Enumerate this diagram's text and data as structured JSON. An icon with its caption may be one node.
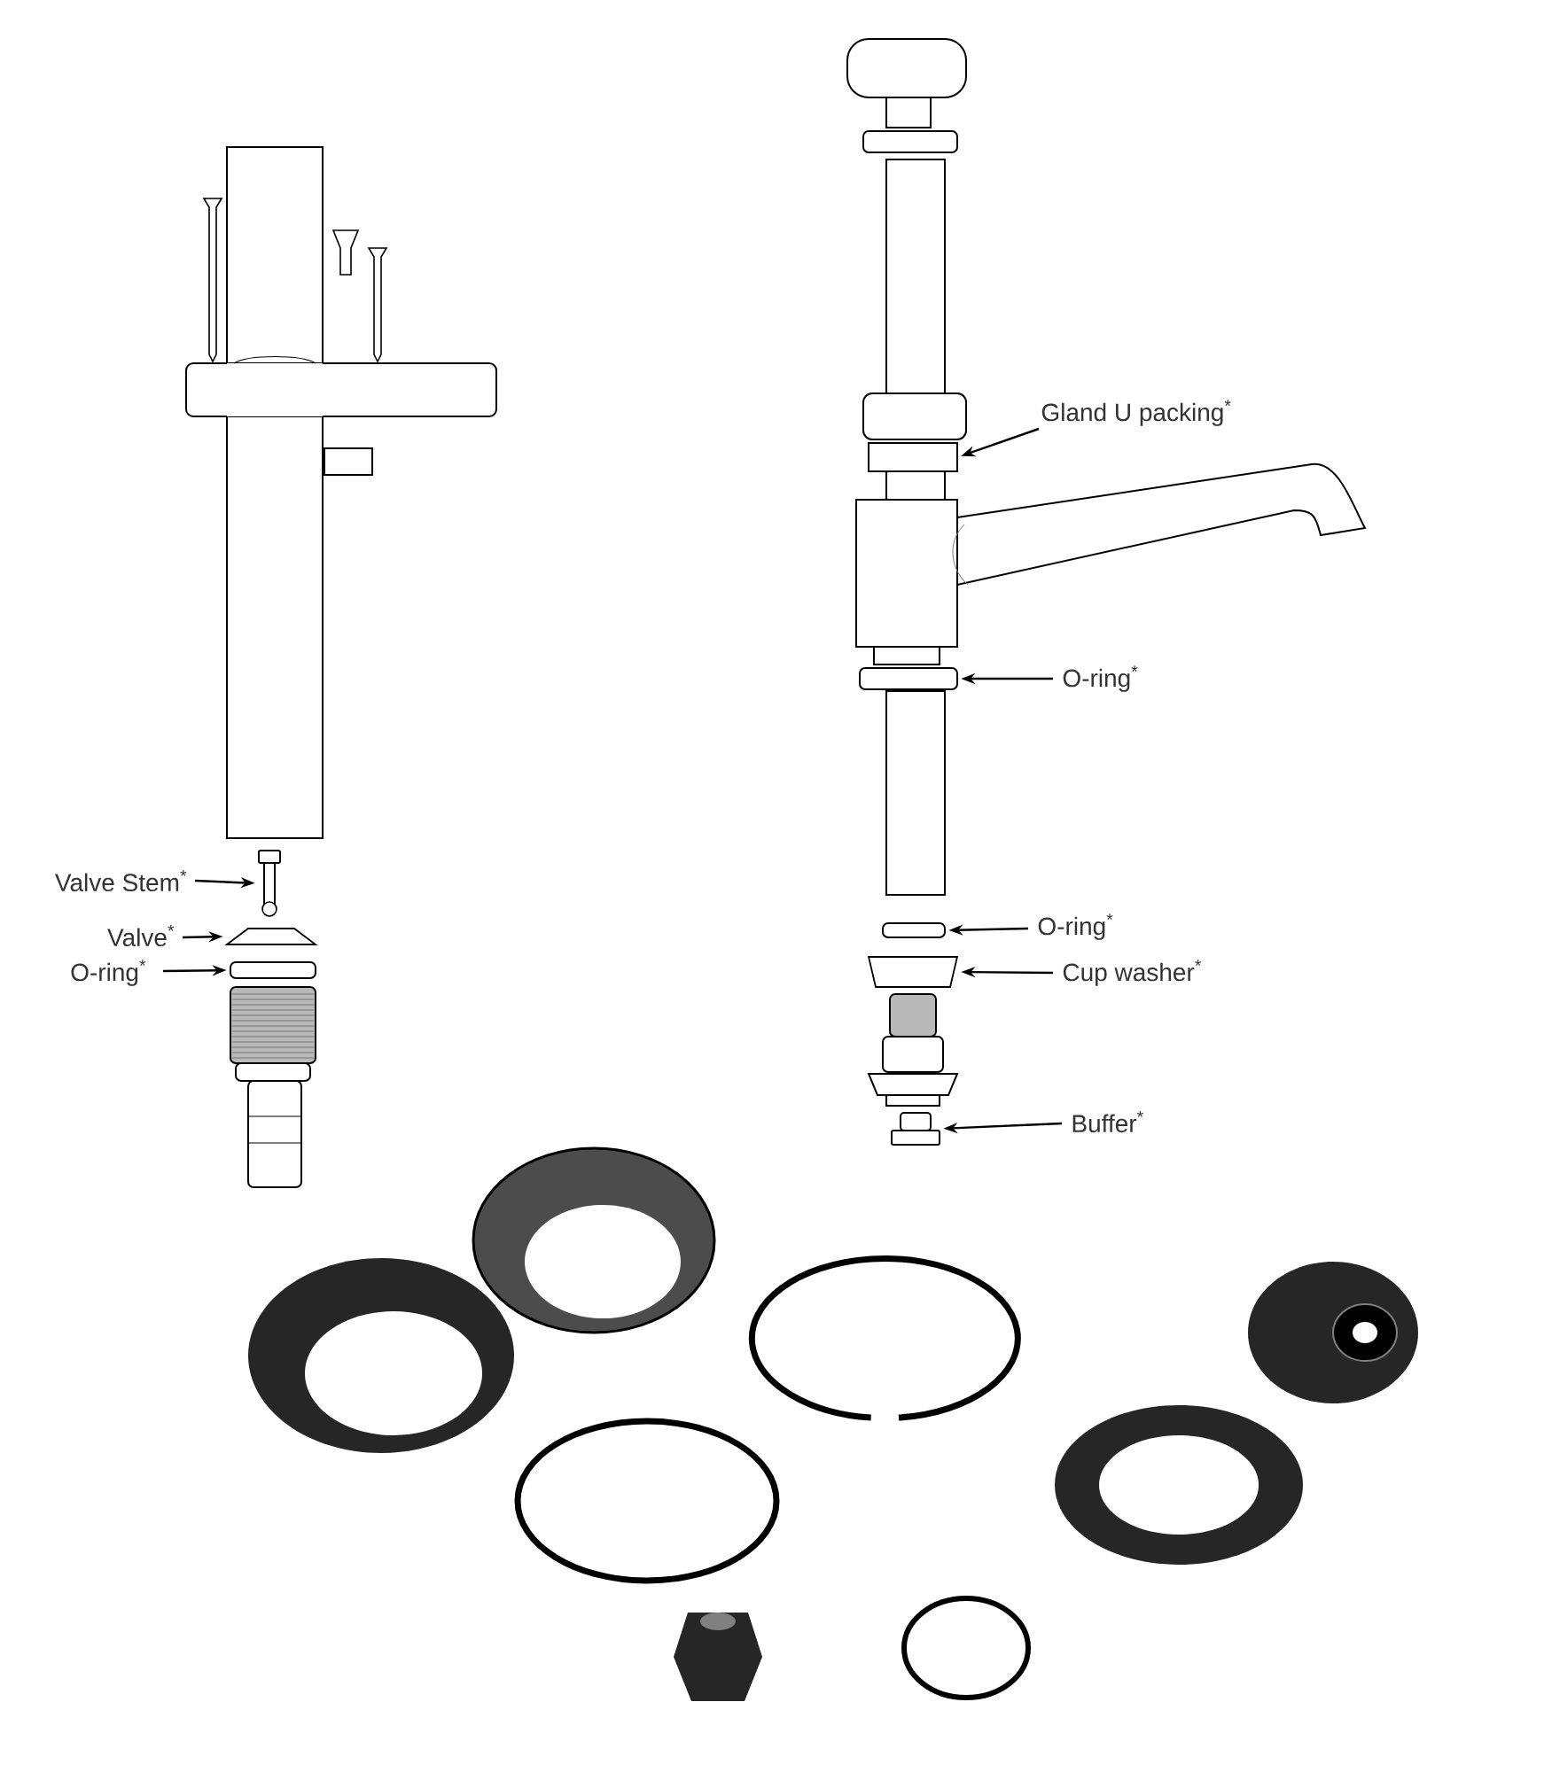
{
  "diagram": {
    "nodes": [
      {
        "text": [
          "Valve Stem$^{*}$"
        ]
      },
      {
        "text": [
          "Valve$^{*}$"
        ]
      },
      {
        "text": [
          "O-ring$^{*}$"
        ]
      },
      {
        "text": [
          "Gland U packing$^{*}$"
        ]
      },
      {
        "text": [
          "O-ring$^{*}$"
        ]
      },
      {
        "text": [
          "O-ring$^{*}$"
        ]
      },
      {
        "text": [
          "Cup washer$^{*}$"
        ]
      },
      {
        "text": [
          "Buffer$^{*}$"
        ]
      },
      {
        "text": [],
        "shape": "picture"
      },
      {
        "text": [],
        "shape": "trapezoid"
      },
      {
        "text": [],
        "shape": "box"
      },
      {
        "text": [],
        "shape": "box"
      },
      {
        "text": [],
        "shape": "box"
      },
      {
        "text": [],
        "shape": "box"
      },
      {
        "text": [],
        "shape": "trapezoid"
      },
      {
        "text": [],
        "shape": "picture"
      },
      {
        "text": [],
        "shape": "box"
      }
    ],
    "edges": [
      {
        "from": 0,
        "to": 8,
        "arrow": "to"
      },
      {
        "from": 1,
        "to": 9,
        "arrow": "to"
      },
      {
        "from": 2,
        "to": 10,
        "arrow": "to"
      },
      {
        "from": 3,
        "to": 11,
        "arrow": "to"
      },
      {
        "from": 4,
        "to": 12,
        "arrow": "to"
      },
      {
        "from": 5,
        "to": 13,
        "arrow": "to"
      },
      {
        "from": 6,
        "to": 14,
        "arrow": "to"
      },
      {
        "from": 7,
        "to": 15,
        "arrow": "to"
      }
    ]
  }
}
